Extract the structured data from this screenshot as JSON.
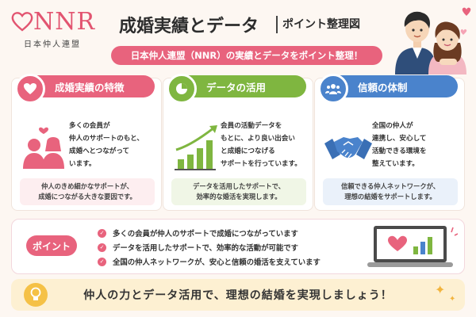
{
  "header": {
    "logo_text": "NNR",
    "logo_sub": "日本仲人連盟",
    "title": "成婚実績とデータ",
    "subtitle": "ポイント整理図",
    "banner": "日本仲人連盟（NNR）の実績とデータをポイント整理！"
  },
  "colors": {
    "pink": "#e8637d",
    "green": "#7fb640",
    "blue": "#4a83cc",
    "yellow": "#fdf0d2"
  },
  "cards": [
    {
      "title": "成婚実績の特徴",
      "icon": "heart-icon",
      "text": [
        "多くの会員が",
        "仲人のサポートのもと、",
        "成婚へとつながって",
        "います。"
      ],
      "note": [
        "仲人のきめ細かなサポートが、",
        "成婚につながる大きな要因です。"
      ]
    },
    {
      "title": "データの活用",
      "icon": "pie-chart-icon",
      "text": [
        "会員の活動データを",
        "もとに、より良い出会い",
        "と成婚につなげる",
        "サポートを行っています。"
      ],
      "note": [
        "データを活用したサポートで、",
        "効率的な婚活を実現します。"
      ]
    },
    {
      "title": "信頼の体制",
      "icon": "people-icon",
      "text": [
        "全国の仲人が",
        "連携し、安心して",
        "活動できる環境を",
        "整えています。"
      ],
      "note": [
        "信頼できる仲人ネットワークが、",
        "理想の結婚をサポートします。"
      ]
    }
  ],
  "points": {
    "label": "ポイント",
    "items": [
      "多くの会員が仲人のサポートで成婚につながっています",
      "データを活用したサポートで、効率的な活動が可能です",
      "全国の仲人ネットワークが、安心と信頼の婚活を支えています"
    ]
  },
  "bottom": {
    "message": "仲人の力とデータ活用で、理想の結婚を実現しましょう！"
  }
}
